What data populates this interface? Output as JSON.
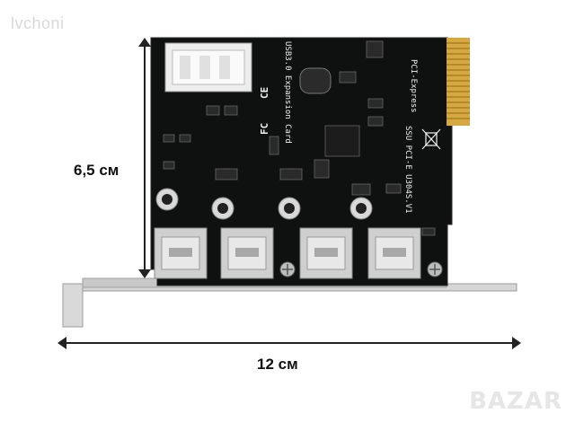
{
  "watermark": {
    "top_left_text": "lvchoni",
    "bottom_right_logo_text": "BAZAR"
  },
  "dimensions": {
    "height_label": "6,5 см",
    "width_label": "12 см"
  },
  "board": {
    "label_expansion": "USB3.0 Expansion Card",
    "label_pci_express": "PCI-Express",
    "label_model": "SSU PCI-E U304S.V1",
    "mark_fc": "FC",
    "mark_ce": "CE"
  },
  "colors": {
    "pcb": "#0f1010",
    "gold_contacts": "#e1b14a",
    "bracket": "#cfcfcf",
    "usb_port": "#c9c9c9",
    "text_silk": "#f2f2f2"
  }
}
